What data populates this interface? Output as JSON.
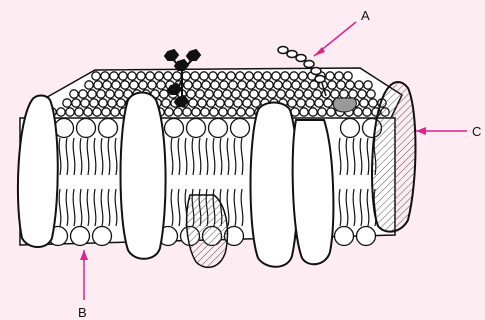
{
  "diagram": {
    "background_color": "#fdedf2",
    "outline_color": "#111111",
    "pointer_color": "#e0218a",
    "labels": {
      "a": "A",
      "b": "B",
      "c": "C"
    }
  }
}
